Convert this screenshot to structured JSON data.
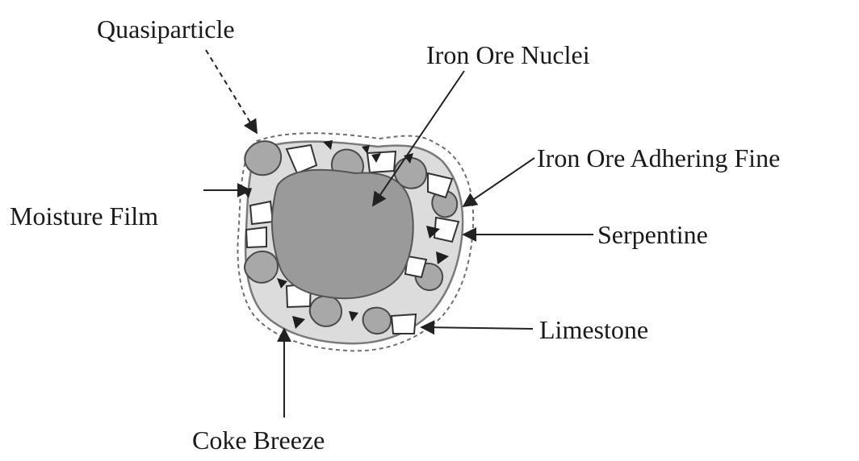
{
  "labels": {
    "quasiparticle": "Quasiparticle",
    "iron_ore_nuclei": "Iron Ore Nuclei",
    "iron_ore_adhering_fine": "Iron Ore Adhering Fine",
    "moisture_film": "Moisture Film",
    "serpentine": "Serpentine",
    "limestone": "Limestone",
    "coke_breeze": "Coke Breeze"
  },
  "colors": {
    "nucleus": "#9a9a9a",
    "fine_particle": "#a8a8a8",
    "moisture_film": "#c8c8c8",
    "coke": "#1e1e1e",
    "line": "#222222",
    "outline": "#6f6f6f"
  }
}
